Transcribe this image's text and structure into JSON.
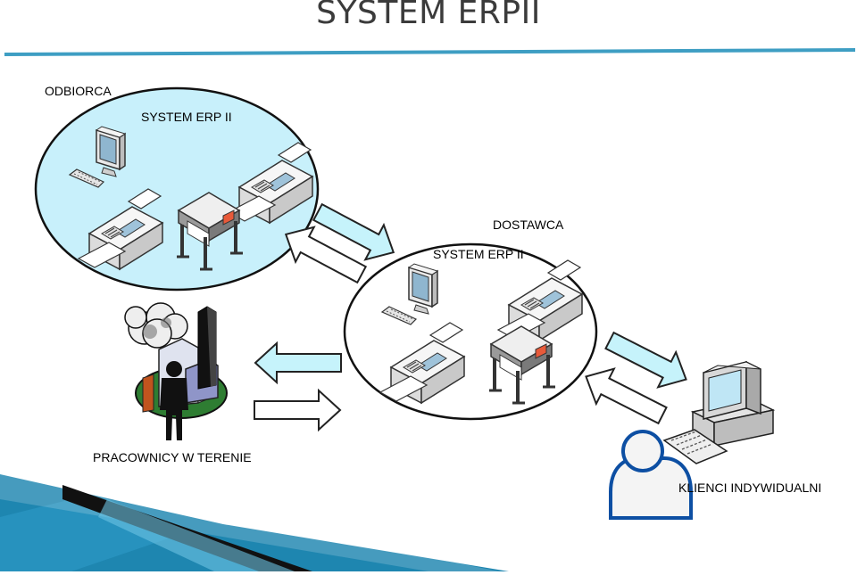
{
  "title": "SYSTEM ERPII",
  "odbiorca": {
    "label": "ODBIORCA",
    "system": "SYSTEM ERP II"
  },
  "dostawca": {
    "label": "DOSTAWCA",
    "system": "SYSTEM ERP II"
  },
  "pracownicy": {
    "label": "PRACOWNICY W TERENIE"
  },
  "klienci": {
    "label": "KLIENCI INDYWIDUALNI"
  },
  "colors": {
    "title_rule": "#3e9ec3",
    "bubble_fill": "#c8f0fb",
    "arrow_fill": "#c6f3fb",
    "band_dark": "#1e86b0"
  }
}
